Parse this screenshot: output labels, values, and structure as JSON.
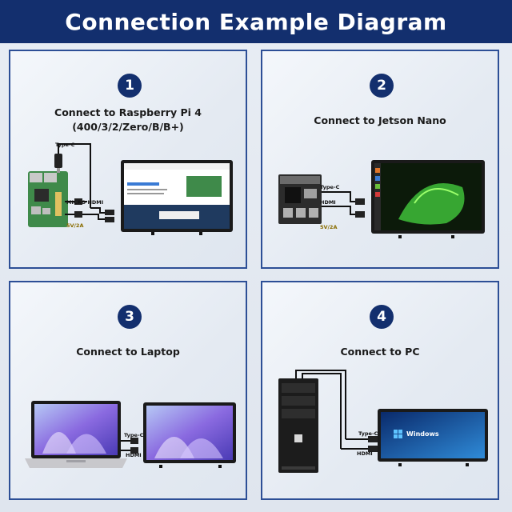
{
  "header": {
    "title": "Connection Example Diagram"
  },
  "panels": [
    {
      "number": "1",
      "title_line1": "Connect to Raspberry Pi 4",
      "title_line2": "(400/3/2/Zero/B/B+)",
      "labels": {
        "typec": "Type-C",
        "hdmi": "MICRO HDMI",
        "power": "5V/2A"
      }
    },
    {
      "number": "2",
      "title_line1": "Connect to Jetson Nano",
      "labels": {
        "typec": "Type-C",
        "hdmi": "HDMI",
        "power": "5V/2A"
      }
    },
    {
      "number": "3",
      "title_line1": "Connect to Laptop",
      "labels": {
        "typec": "Type-C",
        "hdmi": "HDMI"
      }
    },
    {
      "number": "4",
      "title_line1": "Connect to PC",
      "labels": {
        "typec": "Type-C",
        "hdmi": "HDMI",
        "screen_text": "Windows"
      }
    }
  ],
  "colors": {
    "header_bg": "#132f6e",
    "panel_border": "#2d4f96",
    "badge_bg": "#132f6e"
  }
}
